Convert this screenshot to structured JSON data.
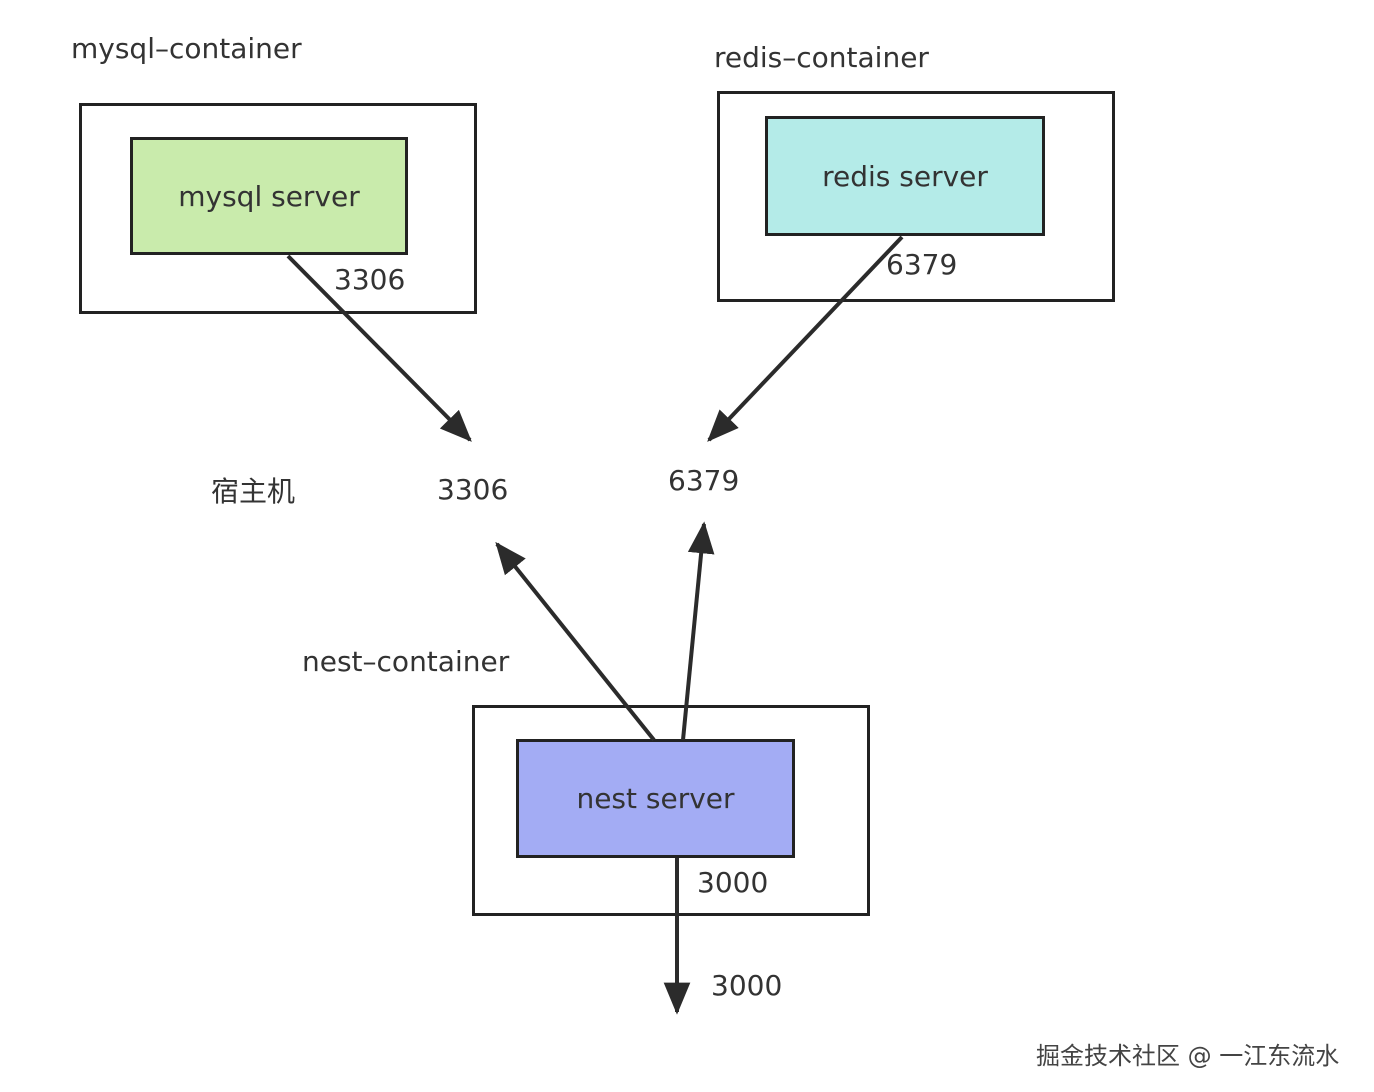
{
  "containers": {
    "mysql": {
      "title": "mysql–container",
      "server_label": "mysql server",
      "inner_port": "3306",
      "color": "#c9ebac"
    },
    "redis": {
      "title": "redis–container",
      "server_label": "redis server",
      "inner_port": "6379",
      "color": "#b4ebe8"
    },
    "nest": {
      "title": "nest–container",
      "server_label": "nest server",
      "inner_port": "3000",
      "color": "#a3acf4"
    }
  },
  "host": {
    "label": "宿主机",
    "ports": {
      "mysql": "3306",
      "redis": "6379",
      "nest": "3000"
    }
  },
  "watermark": "掘金技术社区 @ 一江东流水"
}
